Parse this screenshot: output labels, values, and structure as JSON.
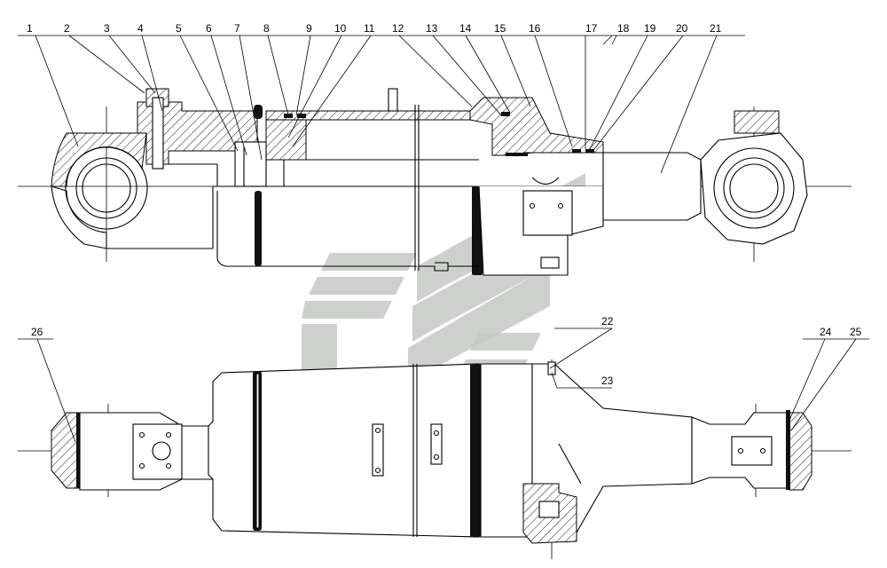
{
  "callouts_top": [
    "1",
    "2",
    "3",
    "4",
    "5",
    "6",
    "7",
    "8",
    "9",
    "10",
    "11",
    "12",
    "13",
    "14",
    "15",
    "16",
    "17",
    "18",
    "19",
    "20",
    "21"
  ],
  "callouts_bottom": [
    "22",
    "23",
    "24",
    "25",
    "26"
  ],
  "colors": {
    "line": "#000000",
    "watermark": "#c4c8c4",
    "background": "#ffffff"
  }
}
